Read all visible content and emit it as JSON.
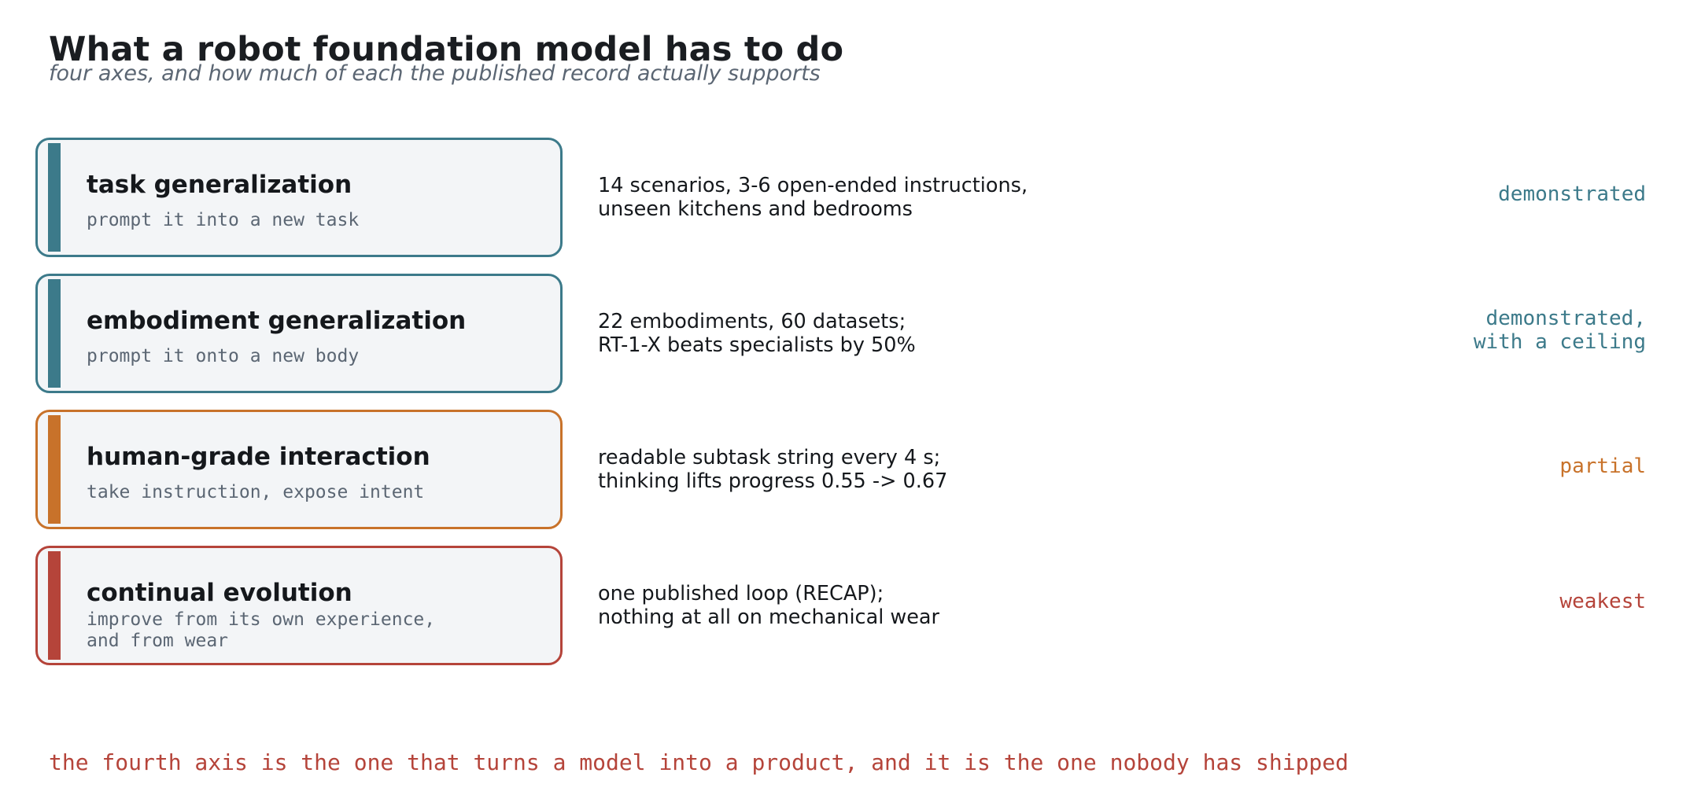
{
  "title": "What a robot foundation model has to do",
  "subtitle": "four axes, and how much of each the published record actually supports",
  "axes": [
    {
      "title": "task generalization",
      "subtitle": "prompt it into a new task",
      "evidence": "14 scenarios, 3-6 open-ended instructions,\nunseen kitchens and bedrooms",
      "status": "demonstrated",
      "color": "#3c7a8a"
    },
    {
      "title": "embodiment generalization",
      "subtitle": "prompt it onto a new body",
      "evidence": "22 embodiments, 60 datasets;\nRT-1-X beats specialists by 50%",
      "status": "demonstrated,\nwith a ceiling",
      "color": "#3c7a8a"
    },
    {
      "title": "human-grade interaction",
      "subtitle": "take instruction, expose intent",
      "evidence": "readable subtask string every 4 s;\nthinking lifts progress 0.55 -> 0.67",
      "status": "partial",
      "color": "#c8722a"
    },
    {
      "title": "continual evolution",
      "subtitle": "improve from its own experience,\nand from wear",
      "evidence": "one published loop (RECAP);\nnothing at all on mechanical wear",
      "status": "weakest",
      "color": "#b5443a"
    }
  ],
  "footer": "the fourth axis is the one that turns a model into a product, and it is the one nobody has shipped",
  "footer_color": "#b5443a"
}
